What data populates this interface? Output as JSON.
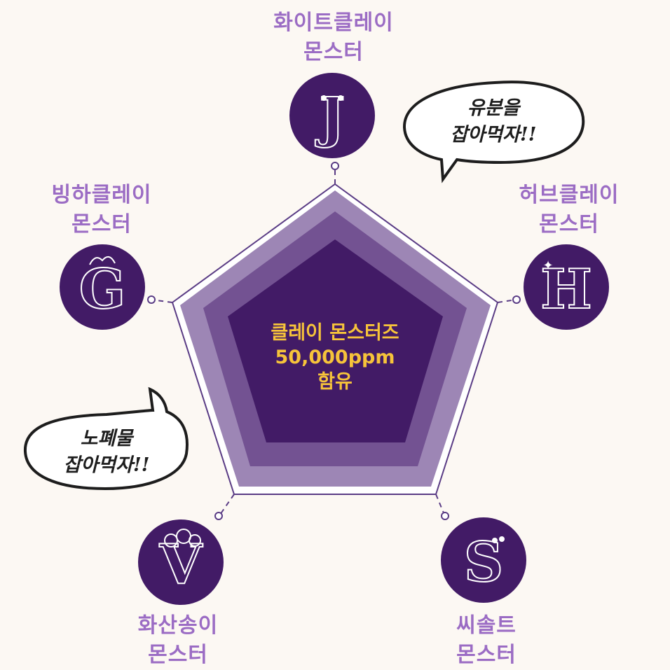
{
  "center": {
    "line1": "클레이 몬스터즈",
    "line2": "50,000ppm",
    "line3": "함유"
  },
  "monsters": [
    {
      "id": "white",
      "name_line1": "화이트클레이",
      "name_line2": "몬스터",
      "letter": "J",
      "icon": "white-clay-monster-j-icon"
    },
    {
      "id": "herb",
      "name_line1": "허브클레이",
      "name_line2": "몬스터",
      "letter": "H",
      "icon": "herb-clay-monster-h-icon"
    },
    {
      "id": "seasalt",
      "name_line1": "씨솔트",
      "name_line2": "몬스터",
      "letter": "S",
      "icon": "sea-salt-monster-s-icon"
    },
    {
      "id": "volcanic",
      "name_line1": "화산송이",
      "name_line2": "몬스터",
      "letter": "V",
      "icon": "volcanic-monster-v-icon"
    },
    {
      "id": "glacier",
      "name_line1": "빙하클레이",
      "name_line2": "몬스터",
      "letter": "G",
      "icon": "glacier-clay-monster-g-icon"
    }
  ],
  "bubbles": [
    {
      "line1": "유분을",
      "line2": "잡아먹자!!"
    },
    {
      "line1": "노폐물",
      "line2": "잡아먹자!!"
    }
  ],
  "colors": {
    "background": "#fcf8f3",
    "purple_dark": "#421b66",
    "purple_mid": "#735292",
    "purple_light": "#9d86b5",
    "label_purple": "#9b6cc4",
    "center_text": "#f6c33a"
  }
}
